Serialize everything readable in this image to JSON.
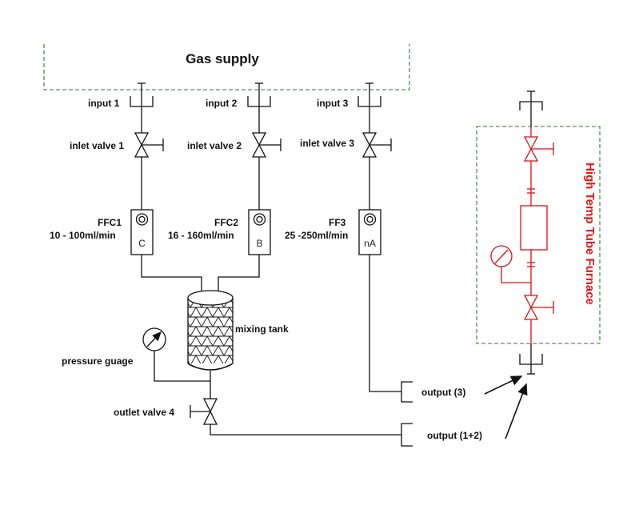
{
  "gas_supply": {
    "label": "Gas supply"
  },
  "inputs": [
    {
      "label": "input 1",
      "valve_label": "inlet valve 1"
    },
    {
      "label": "input 2",
      "valve_label": "inlet valve 2"
    },
    {
      "label": "input 3",
      "valve_label": "inlet valve 3"
    }
  ],
  "flow_controllers": [
    {
      "name": "FFC1",
      "range": "10 - 100ml/min",
      "letter": "C"
    },
    {
      "name": "FFC2",
      "range": "16 - 160ml/min",
      "letter": "B"
    },
    {
      "name": "FF3",
      "range": "25 -250ml/min",
      "letter": "nA"
    }
  ],
  "mixing_tank": {
    "label": "mixing tank"
  },
  "pressure_gauge": {
    "label": "pressure guage"
  },
  "outlet_valve": {
    "label": "outlet valve 4"
  },
  "outputs": [
    {
      "label": "output (3)"
    },
    {
      "label": "output (1+2)"
    }
  ],
  "furnace": {
    "label": "High Temp Tube Furnace"
  },
  "colors": {
    "furnace": "#dd1111",
    "dashed_border": "#2a7a2a",
    "lines": "#111111"
  }
}
